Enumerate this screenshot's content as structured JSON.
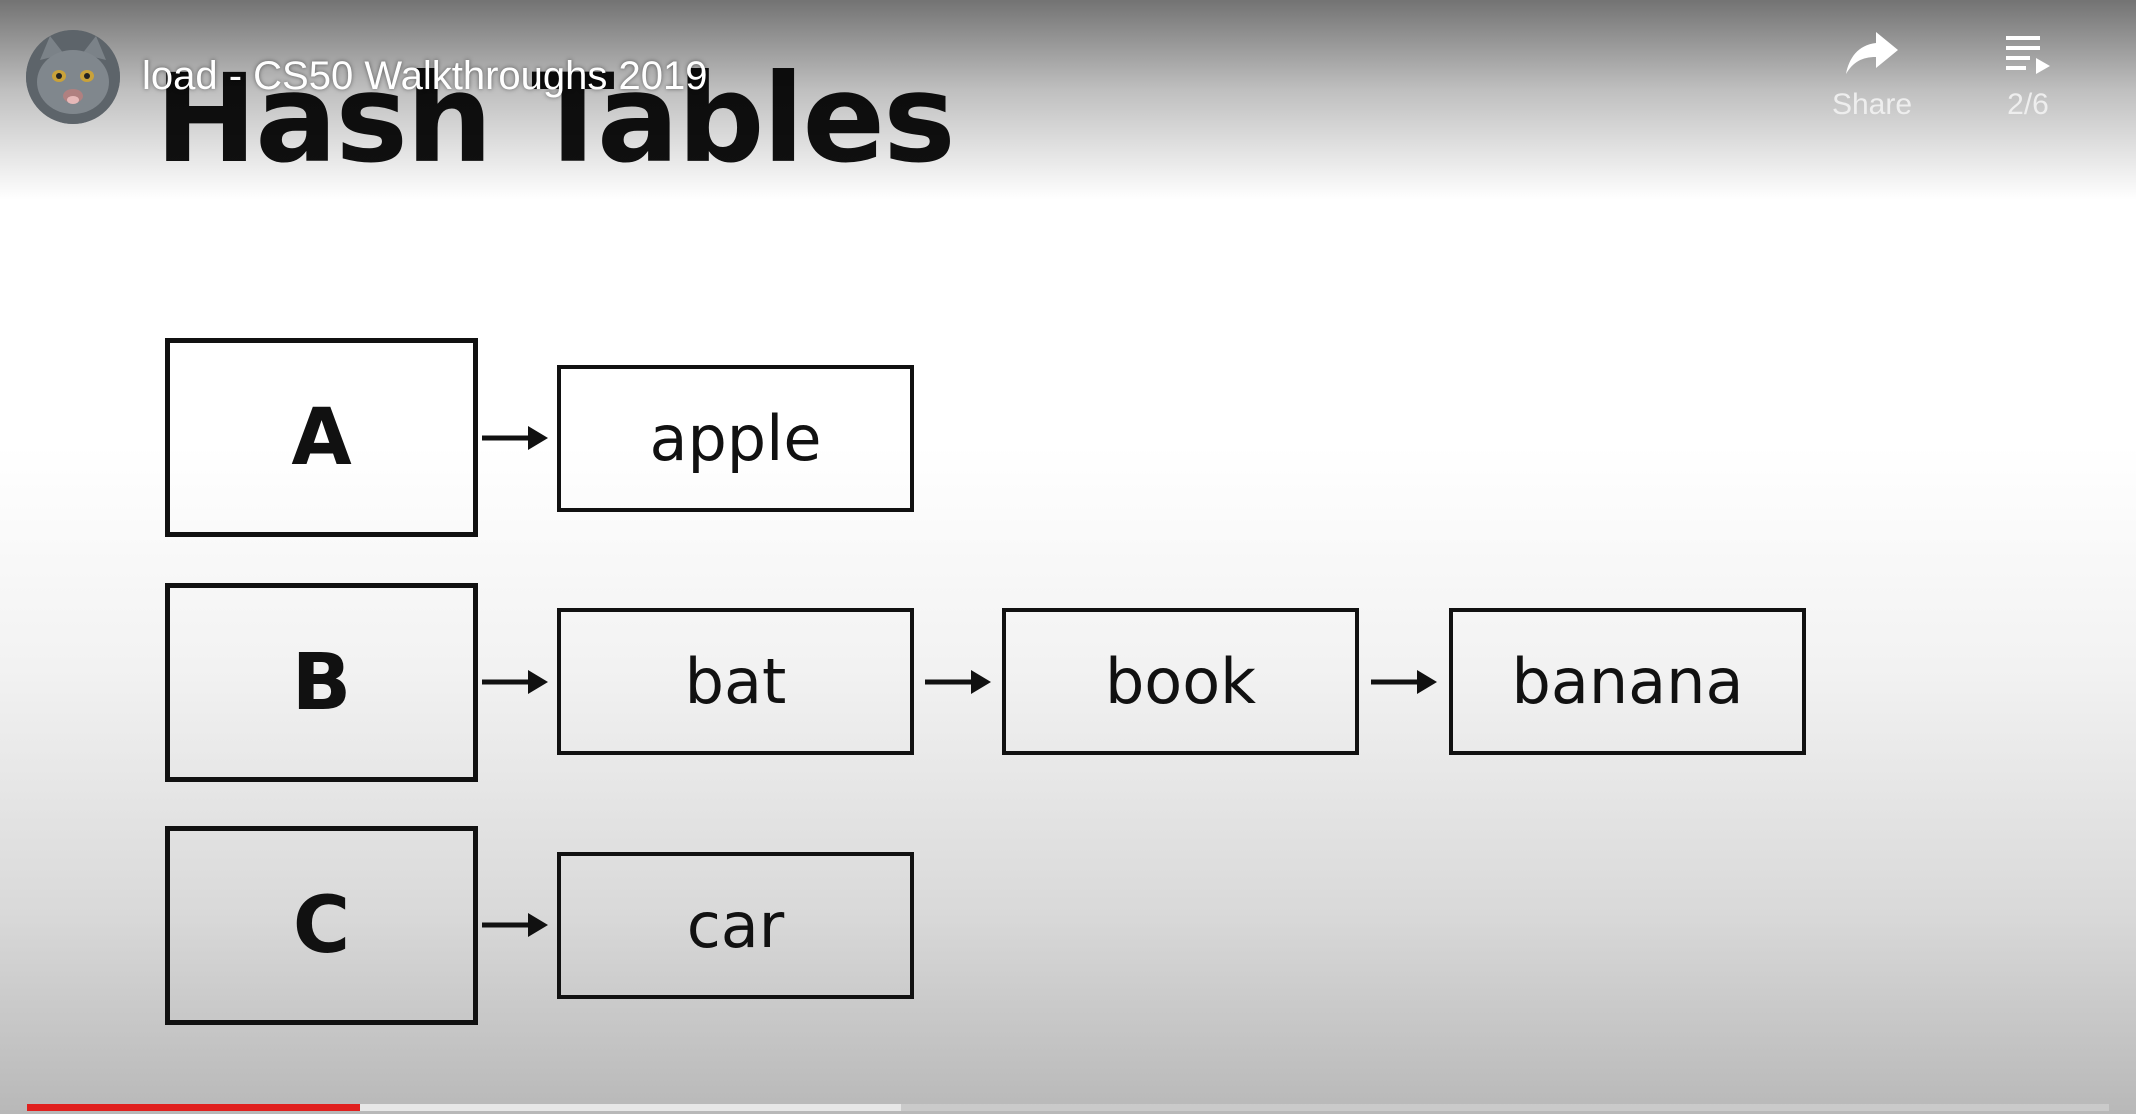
{
  "video": {
    "title": "load - CS50 Walkthroughs 2019",
    "channel_avatar": "cat-avatar"
  },
  "controls": {
    "share_label": "Share",
    "share_icon": "share-arrow-icon",
    "playlist_label": "2/6",
    "playlist_icon": "playlist-icon"
  },
  "slide": {
    "title": "Hash Tables",
    "rows": [
      {
        "key": "A",
        "nodes": [
          "apple"
        ]
      },
      {
        "key": "B",
        "nodes": [
          "bat",
          "book",
          "banana"
        ]
      },
      {
        "key": "C",
        "nodes": [
          "car"
        ]
      }
    ]
  },
  "progress": {
    "played_fraction": 0.16,
    "buffered_fraction": 0.42,
    "played_color": "#e0201e"
  }
}
